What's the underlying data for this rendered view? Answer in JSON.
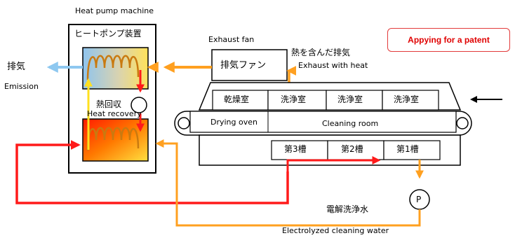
{
  "heat_pump": {
    "en_label": "Heat pump machine",
    "jp_label": "ヒートポンプ装置"
  },
  "exhaust_fan": {
    "en_label": "Exhaust fan",
    "jp_label": "排気ファン"
  },
  "exhaust_heat": {
    "jp_label": "熱を含んだ排気",
    "en_label": "Exhaust with heat"
  },
  "emission": {
    "jp_label": "排気",
    "en_label": "Emission"
  },
  "heat_recovery": {
    "jp_label": "熱回収",
    "en_label": "Heat recovery"
  },
  "patent": {
    "label": "Appying for a patent"
  },
  "rooms": {
    "drying": "乾燥室",
    "cleaning1": "洗浄室",
    "cleaning2": "洗浄室",
    "cleaning3": "洗浄室"
  },
  "conveyor": {
    "drying_label": "Drying oven",
    "cleaning_label": "Cleaning room"
  },
  "tanks": {
    "tank3": "第3槽",
    "tank2": "第2槽",
    "tank1": "第1槽"
  },
  "pump": {
    "label": "P"
  },
  "water": {
    "jp_label": "電解洗浄水",
    "en_label": "Electrolyzed cleaning water"
  },
  "colors": {
    "hot": "#ff1a1a",
    "warm": "#ffa020",
    "cool": "#8ec8f0",
    "coil": "#c97a10"
  }
}
